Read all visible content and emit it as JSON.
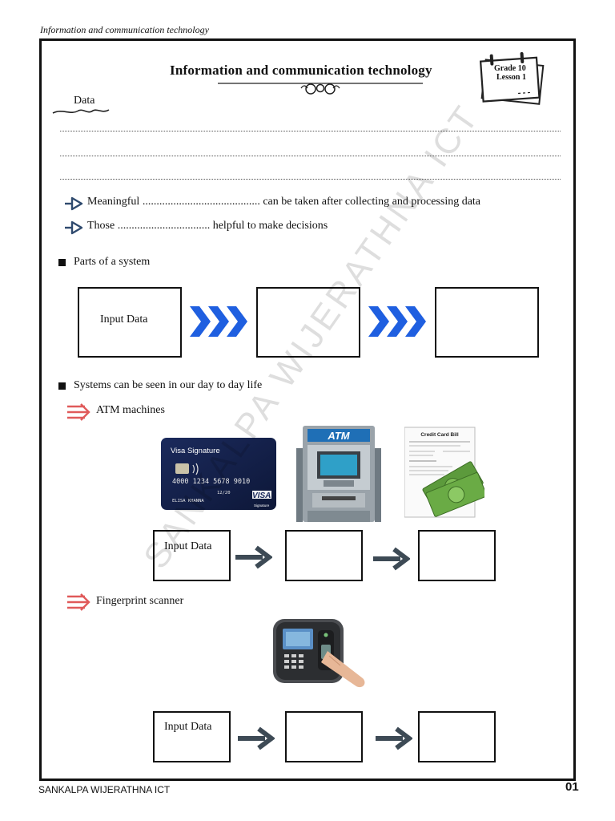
{
  "header": {
    "top_title": "Information and communication technology"
  },
  "page": {
    "title": "Information and communication technology",
    "badge": {
      "line1": "Grade 10",
      "line2": "Lesson 1"
    },
    "data_heading": "Data",
    "bullets": [
      {
        "text": "Meaningful .......................................... can be taken after collecting and processing data"
      },
      {
        "text": "Those ................................. helpful to make decisions"
      }
    ],
    "section1": {
      "heading": "Parts of a system",
      "box1_label": "Input Data"
    },
    "section2": {
      "heading": "Systems can be seen in our day to day life",
      "example1": {
        "title": "ATM machines",
        "box1_label": "Input Data",
        "card": {
          "brand": "Visa Signature",
          "number": "4000 1234 5678 9010",
          "expiry": "12/20",
          "name": "ELISA KHANNA",
          "logo": "VISA",
          "logo_sub": "Signature"
        },
        "atm_sign": "ATM",
        "bill_title": "Credit Card Bill"
      },
      "example2": {
        "title": "Fingerprint scanner",
        "box1_label": "Input Data"
      }
    },
    "watermark": "SANKALPA WIJERATHNA ICT"
  },
  "footer": {
    "left": "SANKALPA WIJERATHNA  ICT",
    "page_number": "01"
  },
  "colors": {
    "chevron_blue": "#1f5fe0",
    "bullet_arrow": "#2f4a6e",
    "red_arrow": "#e05a5a",
    "dark_arrow": "#3d4a55"
  }
}
